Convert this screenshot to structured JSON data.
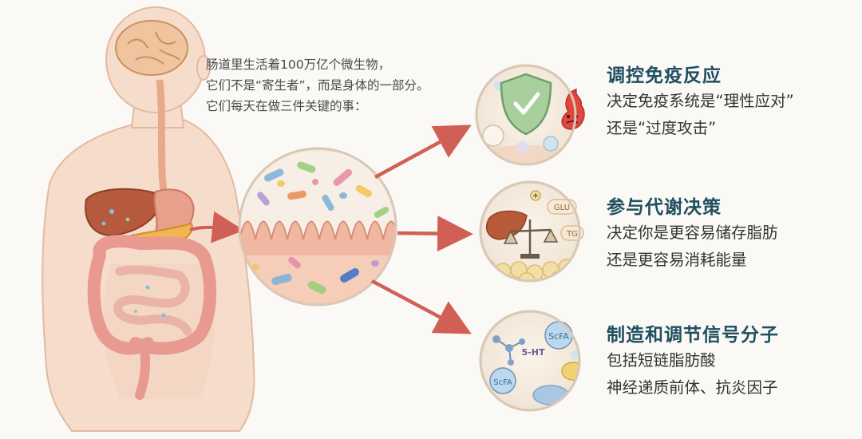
{
  "intro": {
    "line1": "肠道里生活着100万亿个微生物，",
    "line2": "它们不是“寄生者”，而是身体的一部分。",
    "line3": "它们每天在做三件关键的事："
  },
  "sections": [
    {
      "title": "调控免疫反应",
      "line1": "决定免疫系统是“理性应对”",
      "line2": "还是“过度攻击”"
    },
    {
      "title": "参与代谢决策",
      "line1": "决定你是更容易储存脂肪",
      "line2": "还是更容易消耗能量"
    },
    {
      "title": "制造和调节信号分子",
      "line1": "包括短链脂肪酸",
      "line2": "神经递质前体、抗炎因子"
    }
  ],
  "labels": {
    "glu": "GLU",
    "tg": "TG",
    "ht": "5-HT",
    "scfa": "ScFA"
  },
  "colors": {
    "title": "#1f4f60",
    "arrow": "#d06055",
    "skin": "#f6dccb",
    "circle_bg": "#f6efe6"
  },
  "icons": [
    "brain-icon",
    "liver-icon",
    "stomach-icon",
    "intestine-icon",
    "shield-check-icon",
    "angry-cell-icon",
    "scale-icon",
    "molecule-icon"
  ]
}
